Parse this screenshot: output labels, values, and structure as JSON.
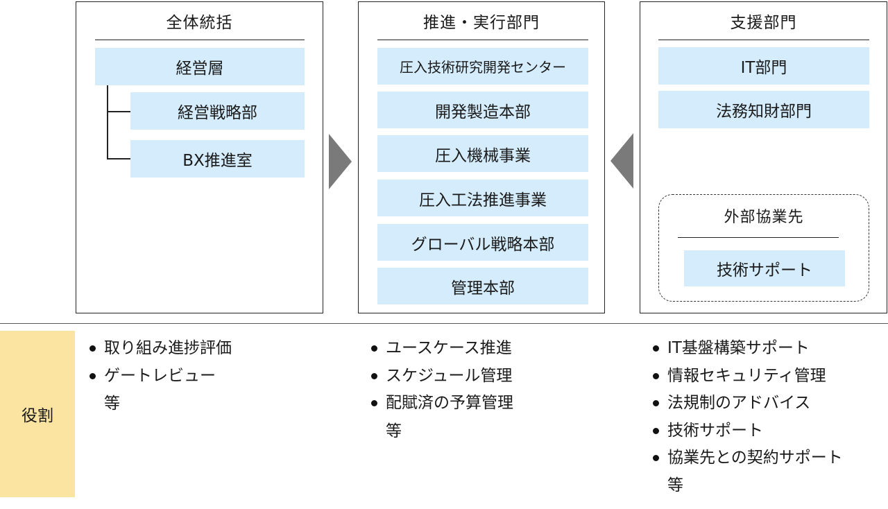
{
  "columns": {
    "governance": {
      "title": "全体統括",
      "top_unit": "経営層",
      "sub_units": [
        "経営戦略部",
        "BX推進室"
      ]
    },
    "execution": {
      "title": "推進・実行部門",
      "units": [
        "圧入技術研究開発センター",
        "開発製造本部",
        "圧入機械事業",
        "圧入工法推進事業",
        "グローバル戦略本部",
        "管理本部"
      ]
    },
    "support": {
      "title": "支援部門",
      "units": [
        "IT部門",
        "法務知財部門"
      ],
      "external": {
        "title": "外部協業先",
        "units": [
          "技術サポート"
        ]
      }
    }
  },
  "roles": {
    "label": "役割",
    "governance": {
      "items": [
        "取り組み進捗評価",
        "ゲートレビュー"
      ],
      "etc": "等"
    },
    "execution": {
      "items": [
        "ユースケース推進",
        "スケジュール管理",
        "配賦済の予算管理"
      ],
      "etc": "等"
    },
    "support": {
      "items": [
        "IT基盤構築サポート",
        "情報セキュリティ管理",
        "法規制のアドバイス",
        "技術サポート",
        "協業先との契約サポート"
      ],
      "etc": "等"
    }
  },
  "colors": {
    "unit_fill": "#d4ecfb",
    "role_tag_fill": "#fbe3a2",
    "arrow_fill": "#7a7a7a"
  }
}
